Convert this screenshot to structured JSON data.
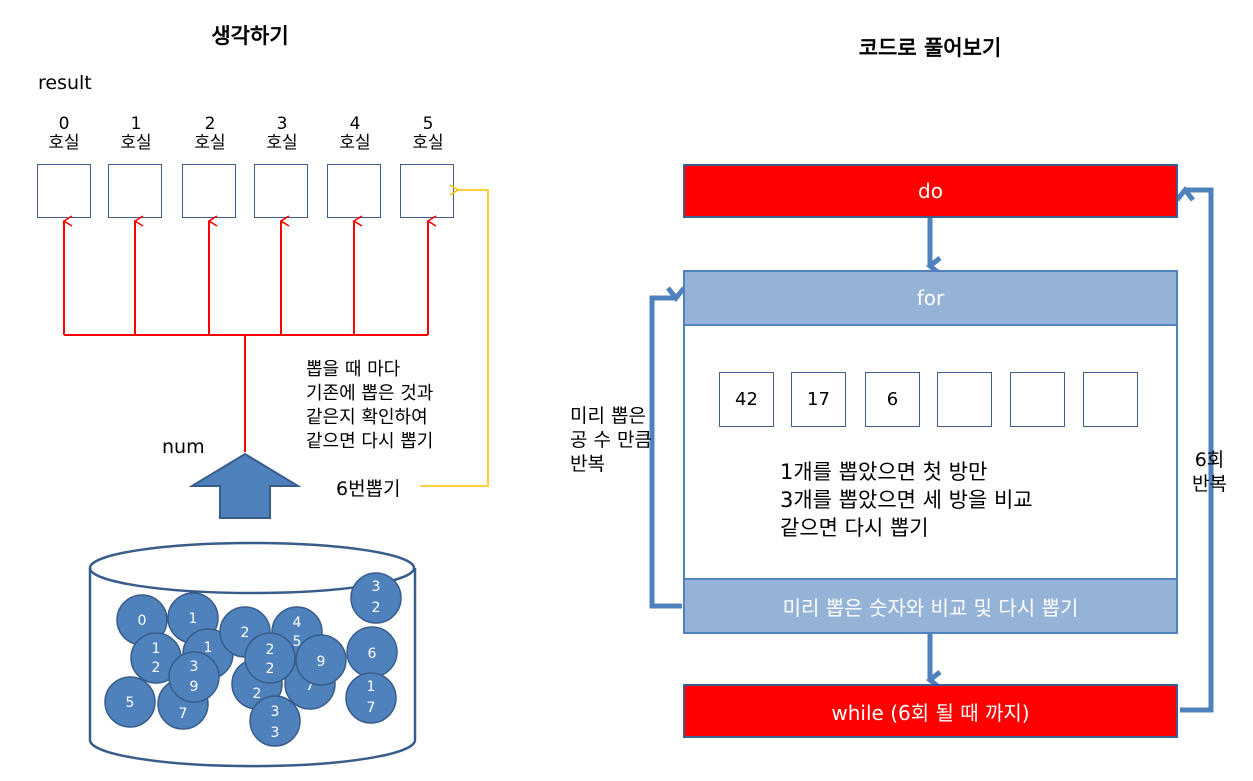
{
  "left": {
    "title": "생각하기",
    "result_label": "result",
    "rooms": [
      {
        "number": "0",
        "suffix": "호실"
      },
      {
        "number": "1",
        "suffix": "호실"
      },
      {
        "number": "2",
        "suffix": "호실"
      },
      {
        "number": "3",
        "suffix": "호실"
      },
      {
        "number": "4",
        "suffix": "호실"
      },
      {
        "number": "5",
        "suffix": "호실"
      }
    ],
    "note": "뽑을 때 마다\n기존에 뽑은 것과\n같은지 확인하여\n같으면 다시 뽑기",
    "draw_label": "6번뽑기",
    "num_label": "num",
    "balls": [
      "0",
      "1",
      "1\n2",
      "1",
      "2",
      "3\n9",
      "2\n2",
      "4\n5",
      "9",
      "2",
      "7",
      "5",
      "7",
      "3\n3",
      "6",
      "1\n7",
      "3\n2"
    ]
  },
  "right": {
    "title": "코드로 풀어보기",
    "do_label": "do",
    "for_label": "for",
    "slots": [
      "42",
      "17",
      "6",
      "",
      "",
      ""
    ],
    "body_text": "1개를 뽑았으면 첫 방만\n3개를 뽑았으면 세 방을 비교\n같으면 다시 뽑기",
    "compare_label": "미리 뽑은 숫자와 비교 및 다시 뽑기",
    "while_label": "while (6회 될 때 까지)",
    "left_loop_label": "미리 뽑은\n공 수 만큼\n반복",
    "right_loop_label": "6회\n반복"
  },
  "colors": {
    "red_arrow": "#ff0000",
    "yellow_line": "#ffc000",
    "blue": "#4f81bd",
    "light_blue": "#95b3d7",
    "ball": "#4f81bd"
  }
}
